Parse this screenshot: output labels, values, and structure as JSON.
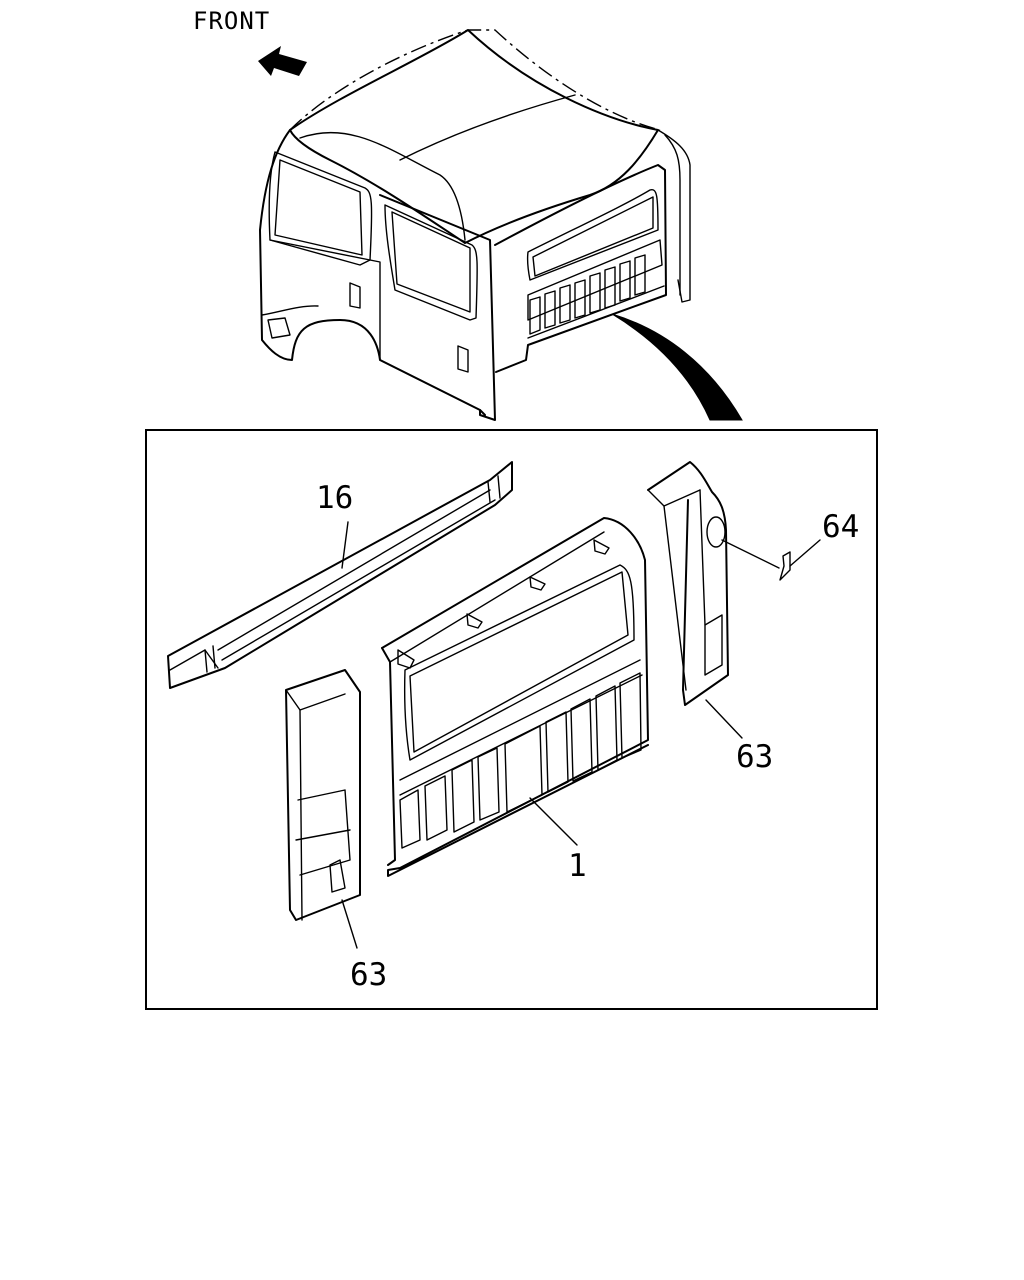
{
  "direction_label": "FRONT",
  "callouts": {
    "roof_rail": "16",
    "back_panel": "1",
    "pillar_right": "63",
    "pillar_left": "63",
    "grommet": "64"
  },
  "icons": {
    "direction_arrow": "arrow-left-icon"
  }
}
